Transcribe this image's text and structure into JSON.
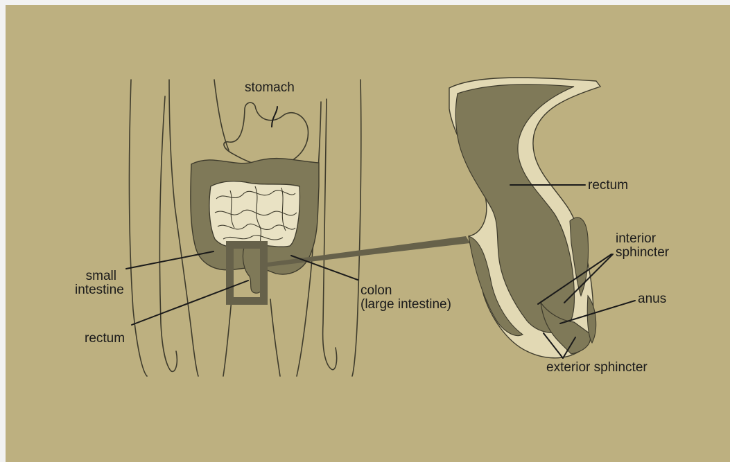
{
  "colors": {
    "background": "#bdb080",
    "organ_fill": "#7f7958",
    "outline": "#3e3b2c",
    "small_intestine_fill": "#e9e2c4",
    "frame": "#66614a"
  },
  "labels": {
    "stomach": "stomach",
    "small_intestine": [
      "small",
      "intestine"
    ],
    "rectum_left": "rectum",
    "colon": [
      "colon",
      "(large intestine)"
    ],
    "rectum_right": "rectum",
    "interior_sphincter": [
      "interior",
      "sphincter"
    ],
    "anus": "anus",
    "exterior_sphincter": "exterior sphincter"
  }
}
